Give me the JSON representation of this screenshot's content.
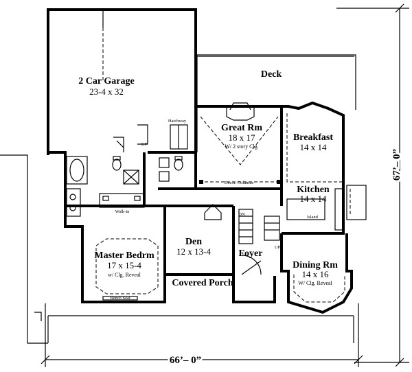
{
  "rooms": {
    "garage": {
      "name": "2 Car Garage",
      "dims": "23-4 x 32"
    },
    "deck": {
      "name": "Deck"
    },
    "great_room": {
      "name": "Great Rm",
      "dims": "18 x 17",
      "note": "W/ 2 story Clg."
    },
    "breakfast": {
      "name": "Breakfast",
      "dims": "14 x 14"
    },
    "kitchen": {
      "name": "Kitchen",
      "dims": "14 x 14",
      "island": "Island"
    },
    "master": {
      "name": "Master Bedrm",
      "dims": "17 x 15-4",
      "note": "w/ Clg. Reveal"
    },
    "den": {
      "name": "Den",
      "dims": "12 x 13-4"
    },
    "foyer": {
      "name": "Foyer"
    },
    "dining": {
      "name": "Dining Rm",
      "dims": "14 x 16",
      "note": "W/ Clg. Reveal"
    },
    "porch": {
      "name": "Covered Porch"
    }
  },
  "small_labels": {
    "hatchway": "Hatchway",
    "walk_in": "Walk-in",
    "columns": "Decor. Columns",
    "bench": "Bench Seat",
    "up": "UP",
    "dn": "DN"
  },
  "dimensions": {
    "width": "66’– 0”",
    "depth": "67’– 0”"
  }
}
